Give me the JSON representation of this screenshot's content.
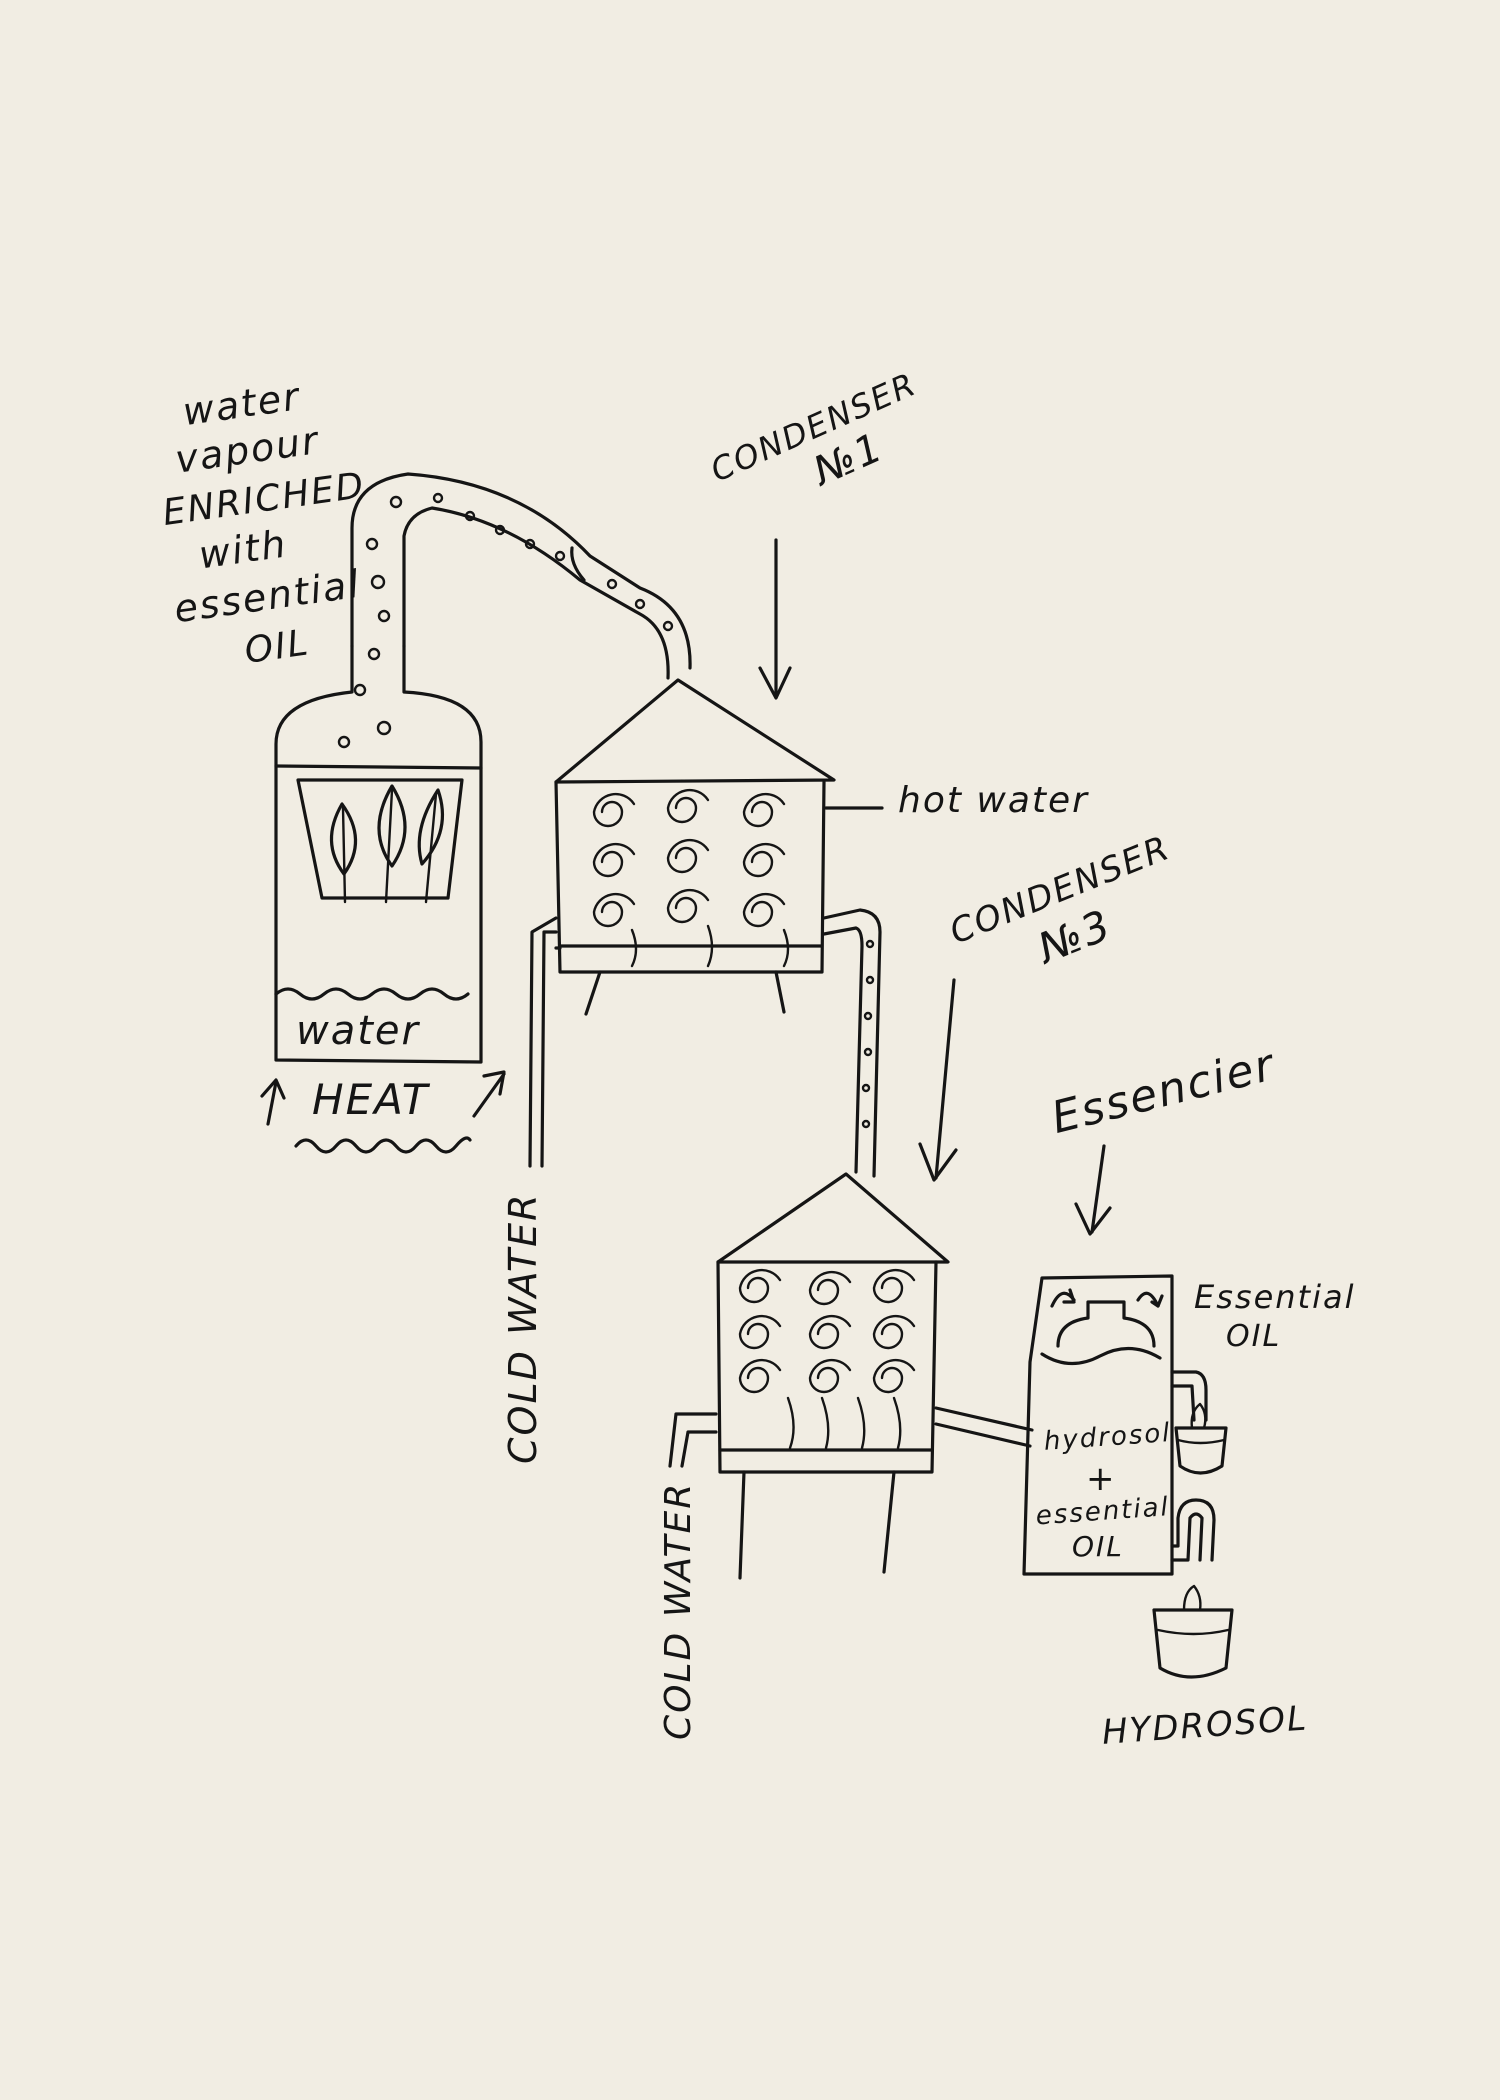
{
  "labels": {
    "vapour": [
      "water",
      "vapour",
      "ENRICHED",
      "with",
      "essential",
      "OIL"
    ],
    "condenser1": [
      "CONDENSER",
      "№1"
    ],
    "hot_water": "hot water",
    "condenser3": [
      "CONDENSER",
      "№3"
    ],
    "essencier": "Essencier",
    "water": "water",
    "heat": "HEAT",
    "cold_water_1": "COLD WATER",
    "cold_water_2": "COLD WATER",
    "essential_oil": [
      "Essential",
      "OIL"
    ],
    "mixture": [
      "hydrosol",
      "+",
      "essential",
      "OIL"
    ],
    "hydrosol": "HYDROSOL"
  },
  "colors": {
    "ink": "#151515",
    "paper": "#f1ede3"
  }
}
